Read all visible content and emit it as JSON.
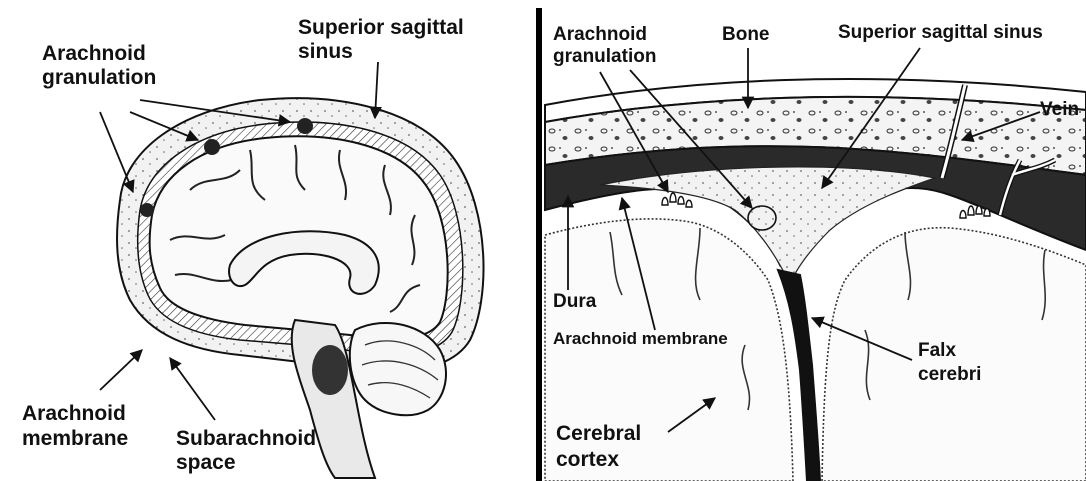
{
  "left_panel": {
    "labels": {
      "arachnoid_granulation": [
        "Arachnoid",
        "granulation"
      ],
      "superior_sagittal_sinus": [
        "Superior sagittal",
        "sinus"
      ],
      "arachnoid_membrane": [
        "Arachnoid",
        "membrane"
      ],
      "subarachnoid_space": [
        "Subarachnoid",
        "space"
      ]
    }
  },
  "right_panel": {
    "labels": {
      "arachnoid_granulation": [
        "Arachnoid",
        "granulation"
      ],
      "bone": "Bone",
      "superior_sagittal_sinus": "Superior sagittal sinus",
      "vein": "Vein",
      "dura": "Dura",
      "arachnoid_membrane": "Arachnoid membrane",
      "falx_cerebri": [
        "Falx",
        "cerebri"
      ],
      "cerebral_cortex": [
        "Cerebral",
        "cortex"
      ]
    }
  },
  "colors": {
    "ink": "#111111",
    "divider": "#000000",
    "background": "#ffffff"
  }
}
